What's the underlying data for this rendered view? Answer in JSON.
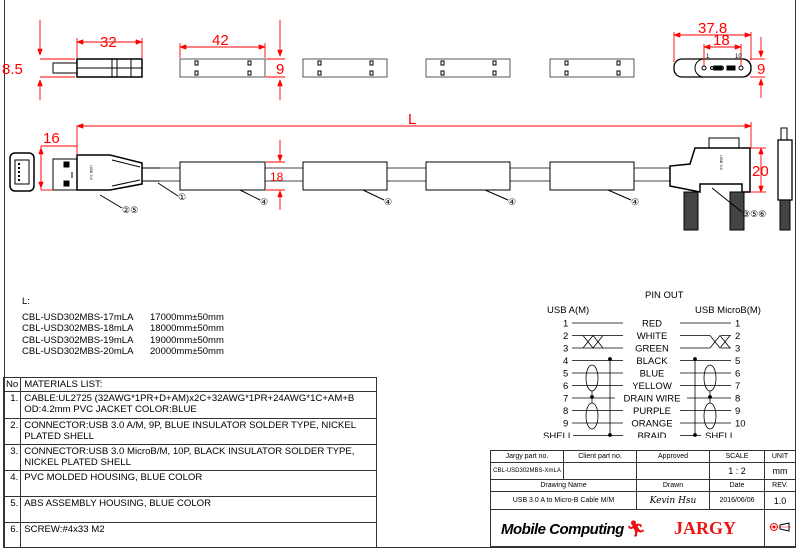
{
  "drawing": {
    "top_view": {
      "usb_a_length": "32",
      "usb_a_height": "8.5",
      "overmold_length": "42",
      "overmold_height": "9",
      "microb_length": "37.8",
      "microb_pin_span": "18",
      "microb_height": "9",
      "microb_pin_first": "1",
      "microb_pin_last": "10"
    },
    "side_view": {
      "total_length": "L",
      "usb_a_plug_length": "16",
      "cable_od": "18",
      "microb_height": "20",
      "callout_usb_a": "②⑤",
      "callout_cable": "①",
      "callout_overmold": "④",
      "callout_microb": "③⑤⑥",
      "usb_a_label": "USB 3.0",
      "microb_label": "USB 3.0"
    }
  },
  "length_list": {
    "title": "L:",
    "items": [
      {
        "part": "CBL-USD302MBS-17mLA",
        "length": "17000mm±50mm"
      },
      {
        "part": "CBL-USD302MBS-18mLA",
        "length": "18000mm±50mm"
      },
      {
        "part": "CBL-USD302MBS-19mLA",
        "length": "19000mm±50mm"
      },
      {
        "part": "CBL-USD302MBS-20mLA",
        "length": "20000mm±50mm"
      }
    ]
  },
  "pinout": {
    "title": "PIN OUT",
    "left_header": "USB A(M)",
    "right_header": "USB MicroB(M)",
    "rows": [
      {
        "left": "1",
        "wire": "RED",
        "right": "1"
      },
      {
        "left": "2",
        "wire": "WHITE",
        "right": "2"
      },
      {
        "left": "3",
        "wire": "GREEN",
        "right": "3"
      },
      {
        "left": "4",
        "wire": "BLACK",
        "right": "5"
      },
      {
        "left": "5",
        "wire": "BLUE",
        "right": "6"
      },
      {
        "left": "6",
        "wire": "YELLOW",
        "right": "7"
      },
      {
        "left": "7",
        "wire": "DRAIN WIRE",
        "right": "8"
      },
      {
        "left": "8",
        "wire": "PURPLE",
        "right": "9"
      },
      {
        "left": "9",
        "wire": "ORANGE",
        "right": "10"
      },
      {
        "left": "SHELL",
        "wire": "BRAID",
        "right": "SHELL"
      }
    ]
  },
  "materials": {
    "no_header": "No",
    "title": "MATERIALS LIST:",
    "items": [
      {
        "no": "1.",
        "text": "CABLE:UL2725 (32AWG*1PR+D+AM)x2C+32AWG*1PR+24AWG*1C+AM+B OD:4.2mm   PVC JACKET COLOR:BLUE"
      },
      {
        "no": "2.",
        "text": "CONNECTOR:USB 3.0 A/M, 9P, BLUE INSULATOR SOLDER TYPE, NICKEL PLATED SHELL"
      },
      {
        "no": "3.",
        "text": "CONNECTOR:USB 3.0 MicroB/M, 10P, BLACK INSULATOR SOLDER TYPE, NICKEL PLATED SHELL"
      },
      {
        "no": "4.",
        "text": "PVC MOLDED HOUSING, BLUE COLOR"
      },
      {
        "no": "5.",
        "text": "ABS ASSEMBLY HOUSING, BLUE COLOR"
      },
      {
        "no": "6.",
        "text": "SCREW:#4x33 M2"
      }
    ]
  },
  "title_block": {
    "jargy_part_label": "Jargy part no.",
    "client_part_label": "Client part no.",
    "approved_label": "Approved",
    "scale_label": "SCALE",
    "unit_label": "UNIT",
    "jargy_part": "CBL-USD302MBS-XmLA",
    "client_part": "",
    "approved": "",
    "scale": "1 : 2",
    "unit": "mm",
    "drawing_name_label": "Drawing Name",
    "drawn_label": "Drawn",
    "date_label": "Date",
    "rev_label": "REV.",
    "drawing_name": "USB 3.0 A to Micro-B Cable M/M",
    "drawn": "Kevin Hsu",
    "date": "2016/06/06",
    "rev": "1.0",
    "logo_left": "Mobile Computing",
    "logo_right": "JARGY"
  },
  "colors": {
    "dimension": "#ff0000",
    "line": "#000000",
    "logo_red": "#ee1111"
  }
}
